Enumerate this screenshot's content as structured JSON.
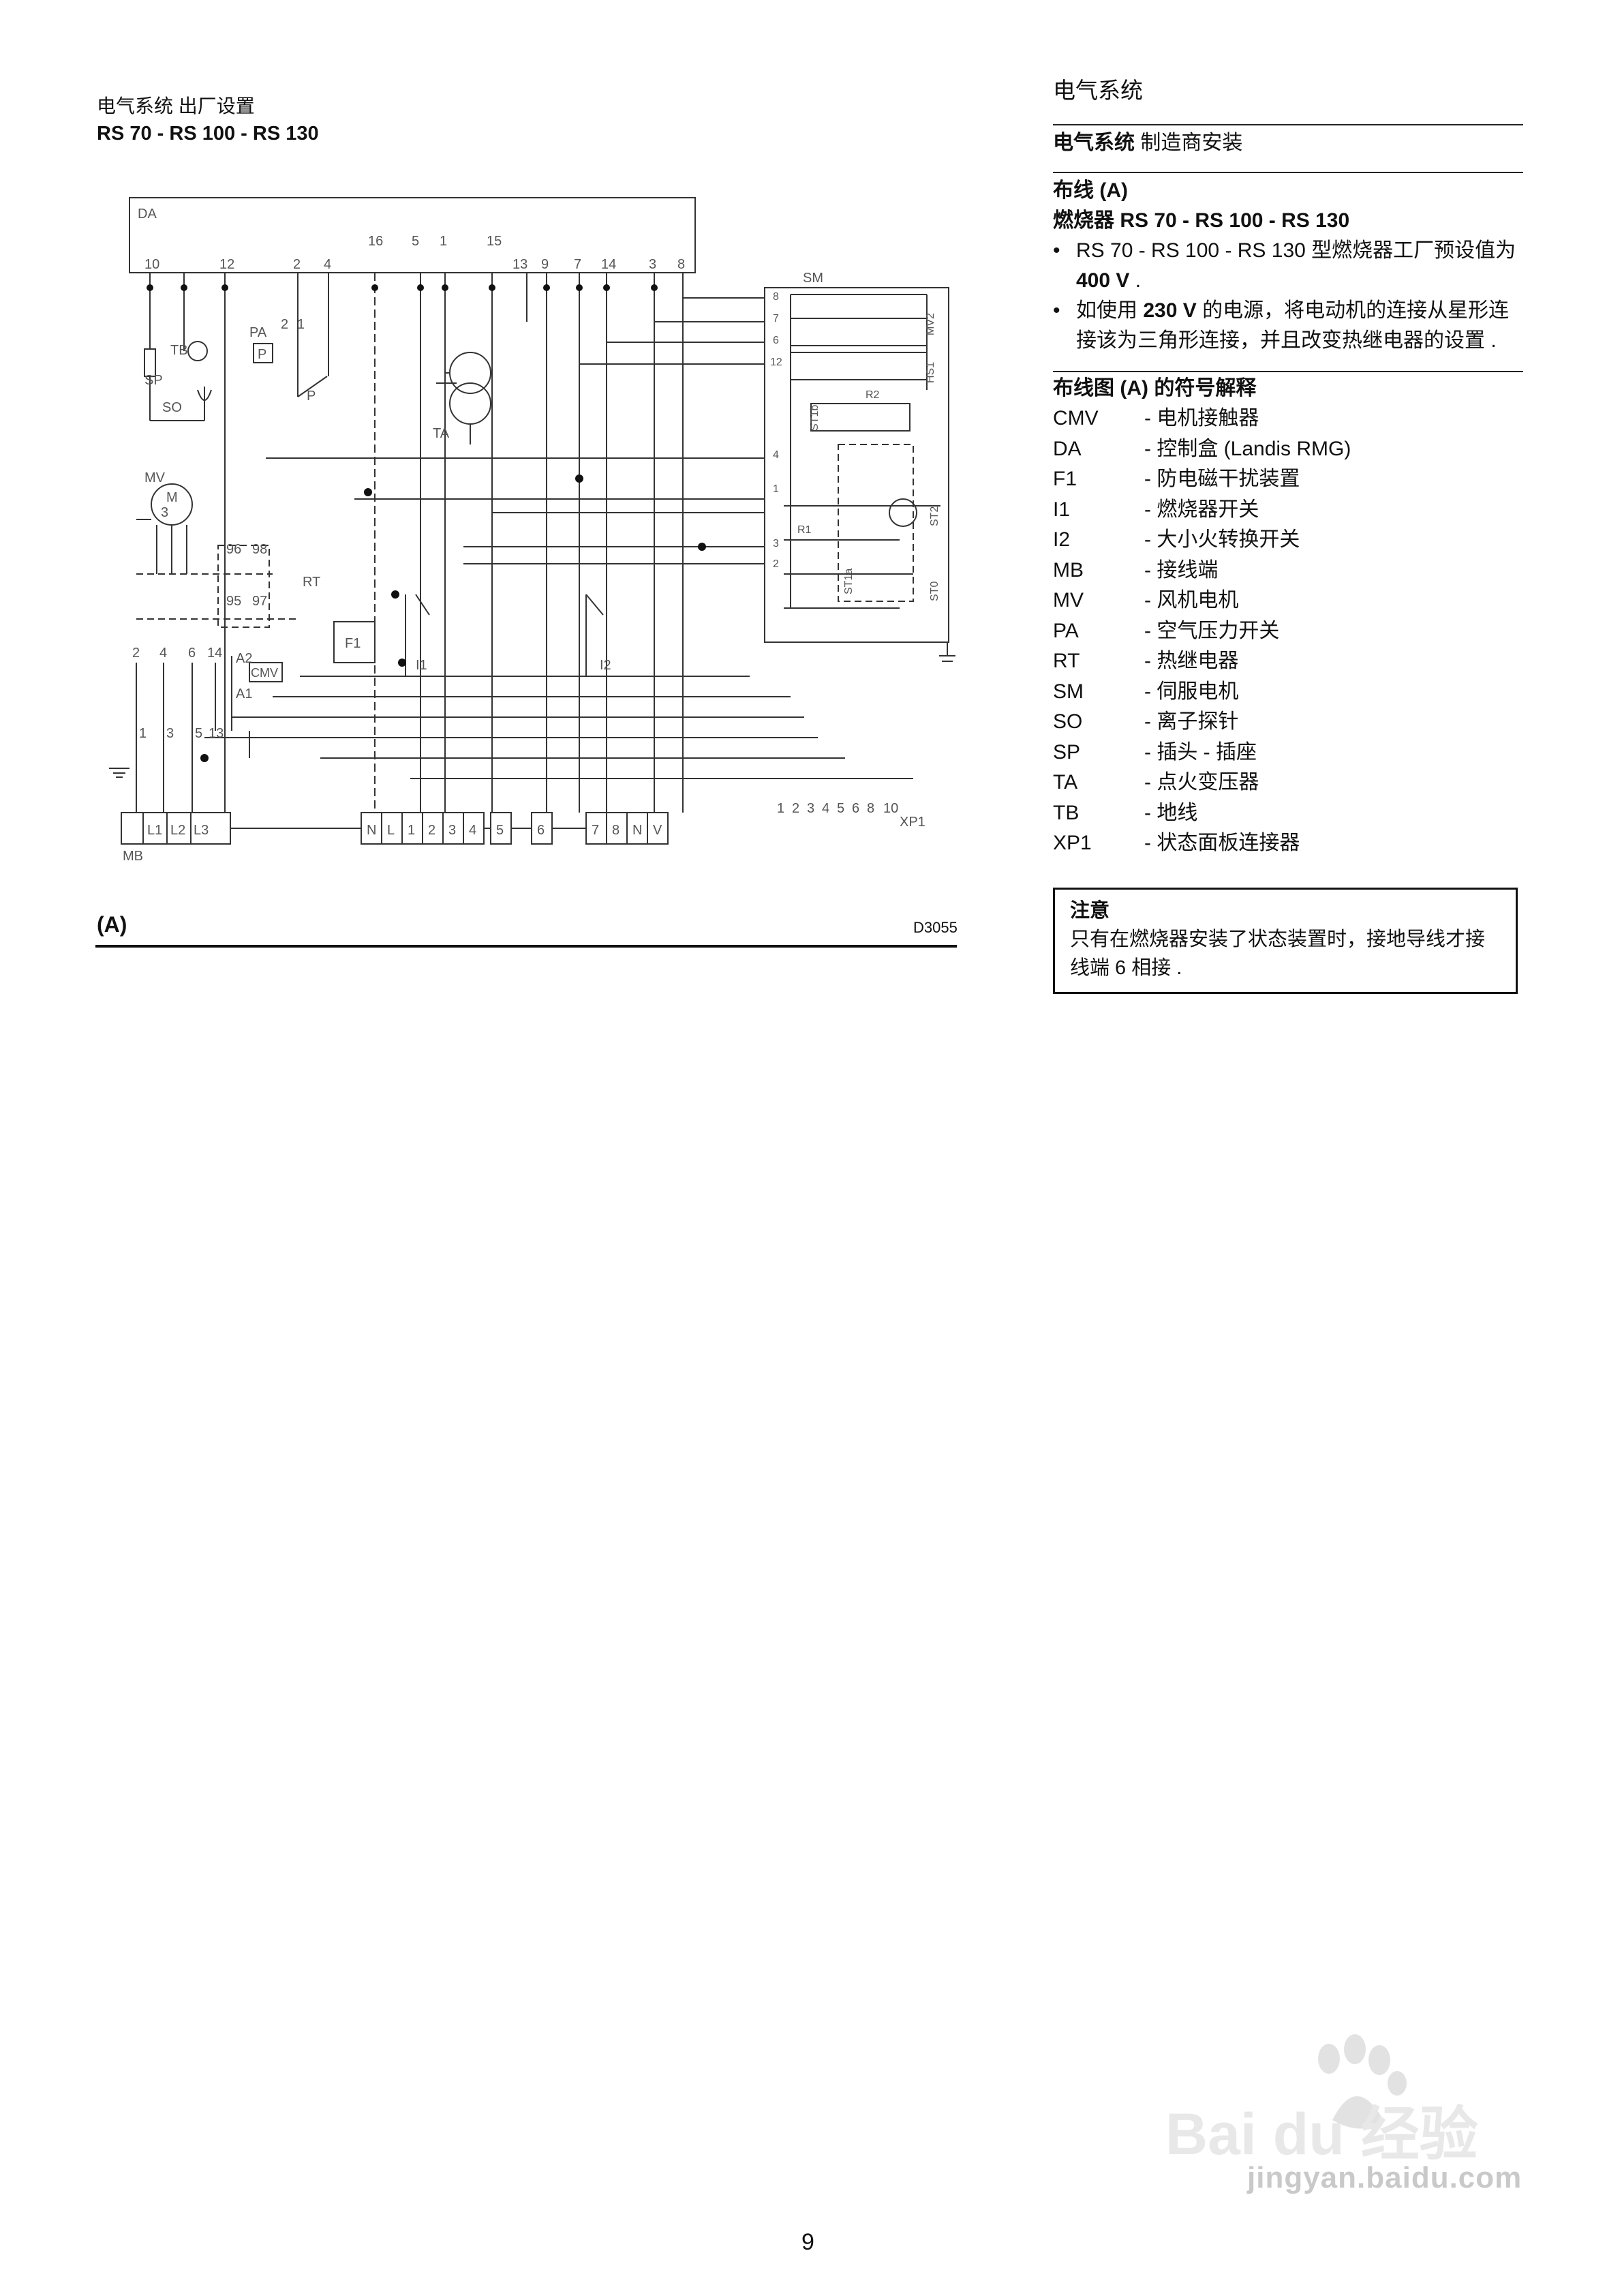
{
  "left": {
    "subtitle": "电气系统 出厂设置",
    "title": "RS 70 - RS 100 - RS 130",
    "figure_label": "(A)",
    "figure_code": "D3055",
    "diagram_labels": {
      "da": "DA",
      "sm": "SM",
      "mv": "MV",
      "pa": "PA",
      "p": "P",
      "tb": "TB",
      "sp": "SP",
      "so": "SO",
      "ta": "TA",
      "rt": "RT",
      "f1": "F1",
      "i1": "I1",
      "i2": "I2",
      "cmv": "CMV",
      "mb": "MB",
      "xp1": "XP1",
      "m": "M",
      "three": "3",
      "mv2": "MV2",
      "hs1": "HS1",
      "st1a": "ST1a",
      "st1b": "ST1b",
      "st2": "ST2",
      "st0": "ST0",
      "r1": "R1",
      "r2": "R2",
      "da_terminals": [
        "10",
        "12",
        "2",
        "4",
        "16",
        "5",
        "1",
        "15",
        "13",
        "9",
        "7",
        "14",
        "3",
        "8"
      ],
      "sm_pins": [
        "8",
        "7",
        "6",
        "12",
        "4",
        "1",
        "3",
        "2"
      ],
      "pa_pins": [
        "2",
        "1"
      ],
      "rt_pins": [
        "96",
        "98",
        "95",
        "97"
      ],
      "cmv_pins": [
        "A2",
        "A1"
      ],
      "contacts_top": [
        "2",
        "4",
        "6",
        "14"
      ],
      "contacts_bot": [
        "1",
        "3",
        "5",
        "13"
      ],
      "mb_terminals": [
        "L1",
        "L2",
        "L3",
        "N",
        "L",
        "1",
        "2",
        "3",
        "4",
        "5",
        "6",
        "7",
        "8",
        "N",
        "V"
      ],
      "xp1_pins": [
        "1",
        "2",
        "3",
        "4",
        "5",
        "6",
        "8",
        "10"
      ]
    }
  },
  "right": {
    "title": "电气系统",
    "subtitle_bold": "电气系统",
    "subtitle_rest": " 制造商安装",
    "section_heading": "布线 (A)",
    "burner_heading": "燃烧器 RS 70 - RS 100 - RS 130",
    "bullets": [
      {
        "dot": "•",
        "text_before": "RS 70 - RS 100 - RS 130 型燃烧器工厂预设值为 ",
        "bold": "400 V",
        "text_after": " ."
      },
      {
        "dot": "•",
        "text_before": "如使用 ",
        "bold": "230 V",
        "text_after": " 的电源，将电动机的连接从星形连接该为三角形连接，并且改变热继电器的设置 ."
      }
    ],
    "legend_heading": "布线图 (A) 的符号解释",
    "legend": [
      {
        "code": "CMV",
        "desc": "- 电机接触器"
      },
      {
        "code": "DA",
        "desc": "- 控制盒 (Landis RMG)"
      },
      {
        "code": "F1",
        "desc": "- 防电磁干扰装置"
      },
      {
        "code": "I1",
        "desc": "- 燃烧器开关"
      },
      {
        "code": "I2",
        "desc": "- 大小火转换开关"
      },
      {
        "code": "MB",
        "desc": "- 接线端"
      },
      {
        "code": "MV",
        "desc": "- 风机电机"
      },
      {
        "code": "PA",
        "desc": "- 空气压力开关"
      },
      {
        "code": "RT",
        "desc": "- 热继电器"
      },
      {
        "code": "SM",
        "desc": "- 伺服电机"
      },
      {
        "code": "SO",
        "desc": "- 离子探针"
      },
      {
        "code": "SP",
        "desc": "- 插头 - 插座"
      },
      {
        "code": "TA",
        "desc": "- 点火变压器"
      },
      {
        "code": "TB",
        "desc": "- 地线"
      },
      {
        "code": "XP1",
        "desc": "- 状态面板连接器"
      }
    ],
    "note": {
      "title": "注意",
      "body": "只有在燃烧器安装了状态装置时，接地导线才接线端 6 相接 ."
    }
  },
  "page_number": "9",
  "watermark": {
    "logo_text": "Bai du 经验",
    "url": "jingyan.baidu.com"
  }
}
